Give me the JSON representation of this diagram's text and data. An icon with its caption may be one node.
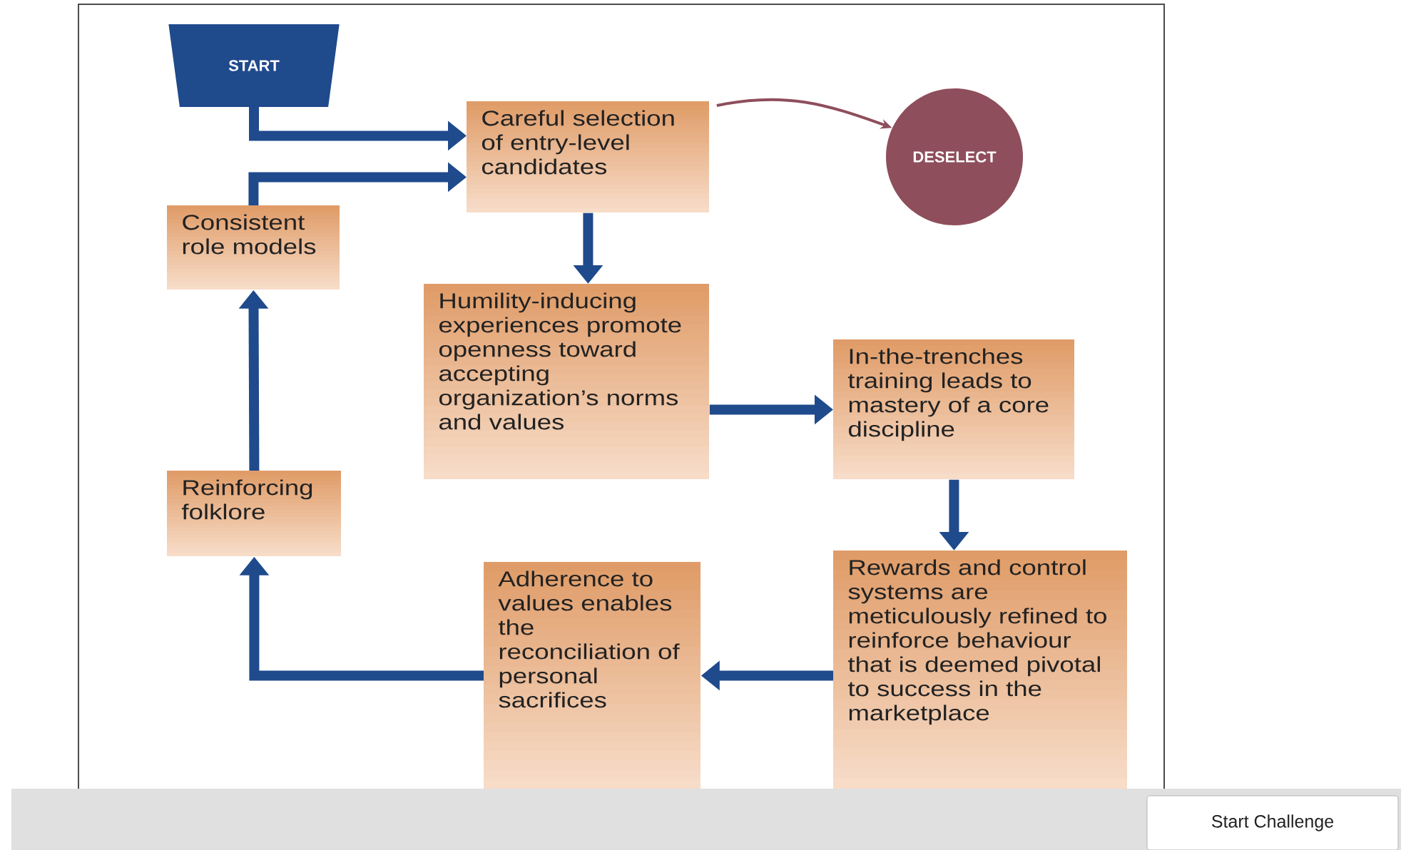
{
  "diagram": {
    "nodes": [
      {
        "text": [
          "START"
        ]
      },
      {
        "text": [
          "Careful selection of entry-level candidates"
        ]
      },
      {
        "text": [
          "DESELECT"
        ]
      },
      {
        "text": [
          "Consistent role models"
        ]
      },
      {
        "text": [
          "Humility-inducing experiences promote openness toward accepting organization’s norms and values"
        ]
      },
      {
        "text": [
          "In-the-trenches training leads to mastery of a core discipline"
        ]
      },
      {
        "text": [
          "Reinforcing folklore"
        ]
      },
      {
        "text": [
          "Rewards and control systems are meticulously refined to reinforce behaviour that is deemed pivotal to success in the marketplace"
        ]
      },
      {
        "text": [
          "Adherence to values enables the reconciliation of personal sacrifices"
        ]
      }
    ],
    "edges": [
      {
        "from": 0,
        "to": 1,
        "arrow": "to"
      },
      {
        "from": 3,
        "to": 1,
        "arrow": "to"
      },
      {
        "from": 1,
        "to": 2,
        "arrow": "to",
        "color": "#8e4e5c"
      },
      {
        "from": 1,
        "to": 4,
        "arrow": "to"
      },
      {
        "from": 4,
        "to": 5,
        "arrow": "to"
      },
      {
        "from": 5,
        "to": 7,
        "arrow": "to"
      },
      {
        "from": 7,
        "to": 8,
        "arrow": "to"
      },
      {
        "from": 8,
        "to": 6,
        "arrow": "to"
      },
      {
        "from": 6,
        "to": 3,
        "arrow": "to"
      }
    ],
    "labels": [
      "Start Challenge"
    ]
  }
}
